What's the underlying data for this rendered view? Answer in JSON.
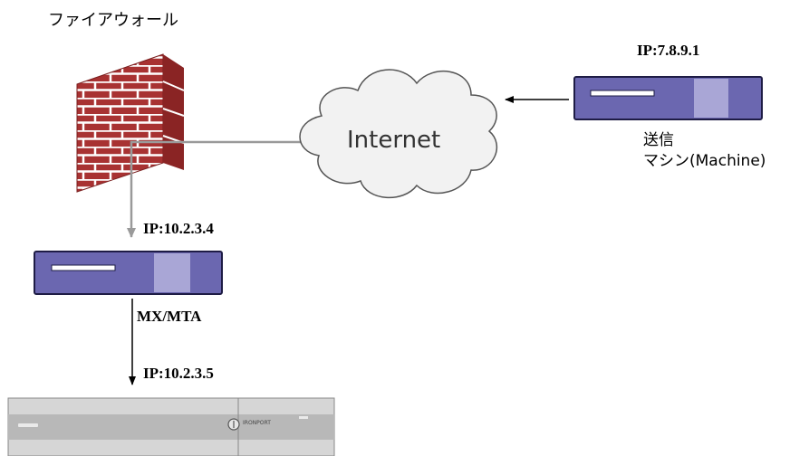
{
  "firewall": {
    "label": "ファイアウォール"
  },
  "cloud": {
    "label": "Internet"
  },
  "sender": {
    "ip": "IP:7.8.9.1",
    "label_line1": "送信",
    "label_line2": "マシン(Machine)"
  },
  "mx": {
    "ip": "IP:10.2.3.4",
    "label": "MX/MTA"
  },
  "appliance": {
    "ip": "IP:10.2.3.5",
    "brand": "IRONPORT"
  },
  "colors": {
    "server_body": "#6b67b0",
    "server_light_panel": "#a9a6d6",
    "server_border": "#1e1c45",
    "brick": "#a83232",
    "mortar": "#ffffff",
    "cloud_fill": "#f2f2f2",
    "gray_line": "#9a9a9a"
  }
}
